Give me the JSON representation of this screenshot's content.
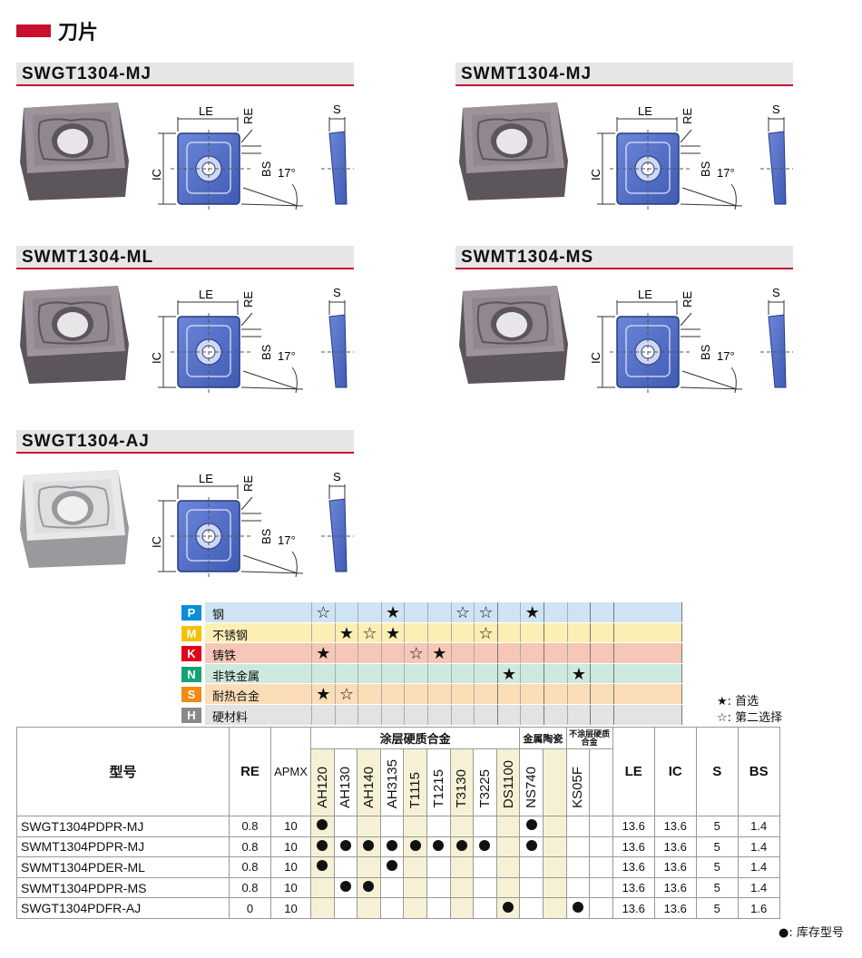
{
  "section_title": "刀片",
  "products": [
    {
      "title": "SWGT1304-MJ",
      "finish": "dark"
    },
    {
      "title": "SWMT1304-MJ",
      "finish": "dark"
    },
    {
      "title": "SWMT1304-ML",
      "finish": "dark"
    },
    {
      "title": "SWMT1304-MS",
      "finish": "dark"
    },
    {
      "title": "SWGT1304-AJ",
      "finish": "silver"
    }
  ],
  "drawing_labels": {
    "le": "LE",
    "re": "RE",
    "s": "S",
    "ic": "IC",
    "bs": "BS",
    "angle": "17°"
  },
  "materials": [
    {
      "letter": "P",
      "name": "钢",
      "color": "#0a8fd8",
      "bg": "#cfe3f5"
    },
    {
      "letter": "M",
      "name": "不锈钢",
      "color": "#f2c200",
      "bg": "#fbefb4"
    },
    {
      "letter": "K",
      "name": "铸铁",
      "color": "#e2001a",
      "bg": "#f6c7b6"
    },
    {
      "letter": "N",
      "name": "非铁金属",
      "color": "#14a276",
      "bg": "#cde9df"
    },
    {
      "letter": "S",
      "name": "耐热合金",
      "color": "#f18b12",
      "bg": "#fbddb7"
    },
    {
      "letter": "H",
      "name": "硬材料",
      "color": "#8a8a8a",
      "bg": "#e3e3e3"
    }
  ],
  "grade_marks": [
    [
      "☆",
      "",
      "",
      "★",
      "",
      "",
      "☆",
      "☆",
      "",
      "★",
      "",
      "",
      ""
    ],
    [
      "",
      "★",
      "☆",
      "★",
      "",
      "",
      "",
      "☆",
      "",
      "",
      "",
      "",
      ""
    ],
    [
      "★",
      "",
      "",
      "",
      "☆",
      "★",
      "",
      "",
      "",
      "",
      "",
      "",
      ""
    ],
    [
      "",
      "",
      "",
      "",
      "",
      "",
      "",
      "",
      "★",
      "",
      "",
      "★",
      ""
    ],
    [
      "★",
      "☆",
      "",
      "",
      "",
      "",
      "",
      "",
      "",
      "",
      "",
      "",
      ""
    ],
    [
      "",
      "",
      "",
      "",
      "",
      "",
      "",
      "",
      "",
      "",
      "",
      "",
      ""
    ]
  ],
  "legend": {
    "first": "★: 首选",
    "second": "☆: 第二选择",
    "stock": "●: 库存型号"
  },
  "table": {
    "model_header": "型号",
    "re_header": "RE",
    "apmx_header": "APMX",
    "group_coated": "涂层硬质合金",
    "group_cermet": "金属陶瓷",
    "group_uncoated": "不涂层硬质合金",
    "grades": [
      "AH120",
      "AH130",
      "AH140",
      "AH3135",
      "T1115",
      "T1215",
      "T3130",
      "T3225",
      "DS1100",
      "NS740",
      "",
      "KS05F",
      ""
    ],
    "dim_headers": [
      "LE",
      "IC",
      "S",
      "BS"
    ],
    "rows": [
      {
        "model": "SWGT1304PDPR-MJ",
        "re": "0.8",
        "apmx": "10",
        "stock": [
          1,
          0,
          0,
          0,
          0,
          0,
          0,
          0,
          0,
          1,
          0,
          0,
          0
        ],
        "dims": [
          "13.6",
          "13.6",
          "5",
          "1.4"
        ]
      },
      {
        "model": "SWMT1304PDPR-MJ",
        "re": "0.8",
        "apmx": "10",
        "stock": [
          1,
          1,
          1,
          1,
          1,
          1,
          1,
          1,
          0,
          1,
          0,
          0,
          0
        ],
        "dims": [
          "13.6",
          "13.6",
          "5",
          "1.4"
        ]
      },
      {
        "model": "SWMT1304PDER-ML",
        "re": "0.8",
        "apmx": "10",
        "stock": [
          1,
          0,
          0,
          1,
          0,
          0,
          0,
          0,
          0,
          0,
          0,
          0,
          0
        ],
        "dims": [
          "13.6",
          "13.6",
          "5",
          "1.4"
        ]
      },
      {
        "model": "SWMT1304PDPR-MS",
        "re": "0.8",
        "apmx": "10",
        "stock": [
          0,
          1,
          1,
          0,
          0,
          0,
          0,
          0,
          0,
          0,
          0,
          0,
          0
        ],
        "dims": [
          "13.6",
          "13.6",
          "5",
          "1.4"
        ]
      },
      {
        "model": "SWGT1304PDFR-AJ",
        "re": "0",
        "apmx": "10",
        "stock": [
          0,
          0,
          0,
          0,
          0,
          0,
          0,
          0,
          1,
          0,
          0,
          1,
          0
        ],
        "dims": [
          "13.6",
          "13.6",
          "5",
          "1.6"
        ]
      }
    ]
  }
}
